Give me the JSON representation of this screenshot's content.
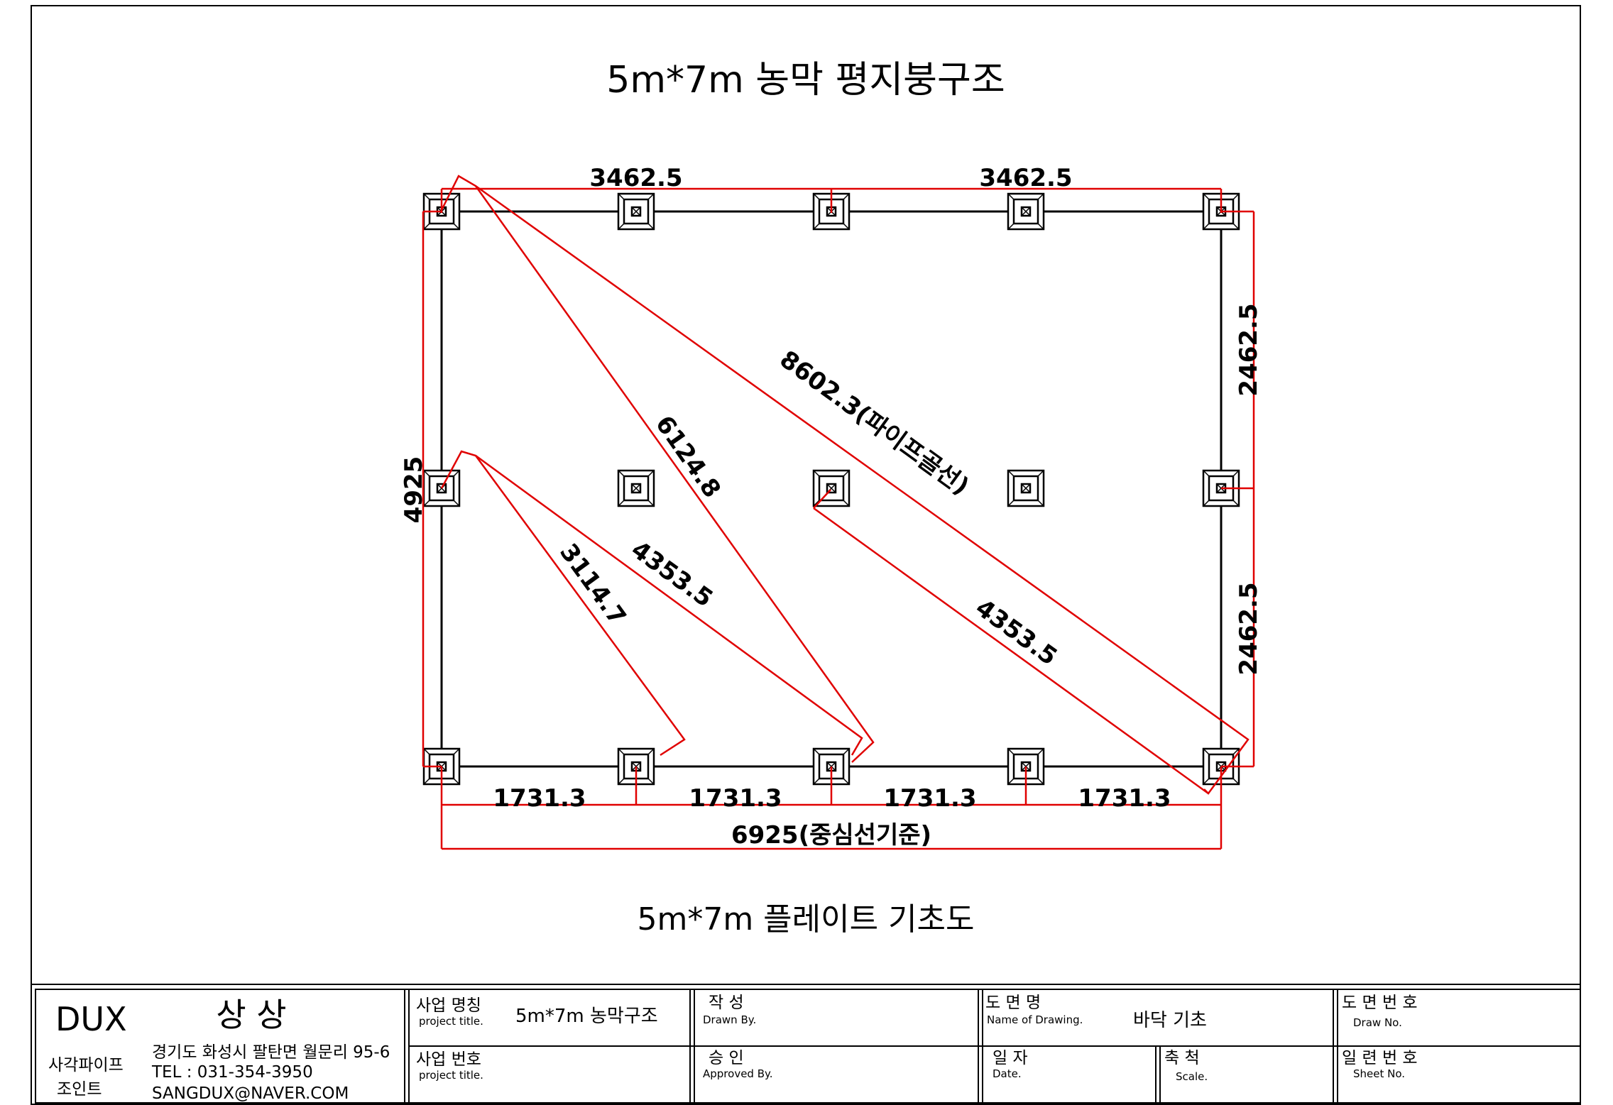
{
  "drawing": {
    "title": "5m*7m 농막 평지붕구조",
    "subtitle": "5m*7m  플레이트 기초도",
    "dimensions": {
      "top_left": "3462.5",
      "top_right": "3462.5",
      "right_upper": "2462.5",
      "right_lower": "2462.5",
      "left": "4925",
      "bottom_1": "1731.3",
      "bottom_2": "1731.3",
      "bottom_3": "1731.3",
      "bottom_4": "1731.3",
      "bottom_total": "6925(중심선기준)",
      "diag_long": "8602.3(파이프골선)",
      "diag_mid": "6124.8",
      "diag_short": "3114.7",
      "diag_a": "4353.5",
      "diag_b": "4353.5"
    }
  },
  "title_block": {
    "company": "DUX",
    "company_kr": "상 상",
    "company_type_1": "사각파이프",
    "company_type_2": "조인트",
    "address": "경기도 화성시 팔탄면 월문리 95-6",
    "tel": "TEL : 031-354-3950",
    "email": "SANGDUX@NAVER.COM",
    "project_name_label": "사업 명칭",
    "project_name_en": "project title.",
    "project_name_value": "5m*7m 농막구조",
    "project_no_label": "사업 번호",
    "project_no_en": "project title.",
    "drawn_label": "작    성",
    "drawn_en": "Drawn By.",
    "approved_label": "승    인",
    "approved_en": "Approved By.",
    "drawing_name_label": "도  면  명",
    "drawing_name_en": "Name of Drawing.",
    "drawing_name_value": "바닥 기초",
    "date_label": "일   자",
    "date_en": "Date.",
    "scale_label": "축   척",
    "scale_en": "Scale.",
    "draw_no_label": "도 면 번 호",
    "draw_no_en": "Draw No.",
    "sheet_no_label": "일 련 번 호",
    "sheet_no_en": "Sheet No."
  }
}
